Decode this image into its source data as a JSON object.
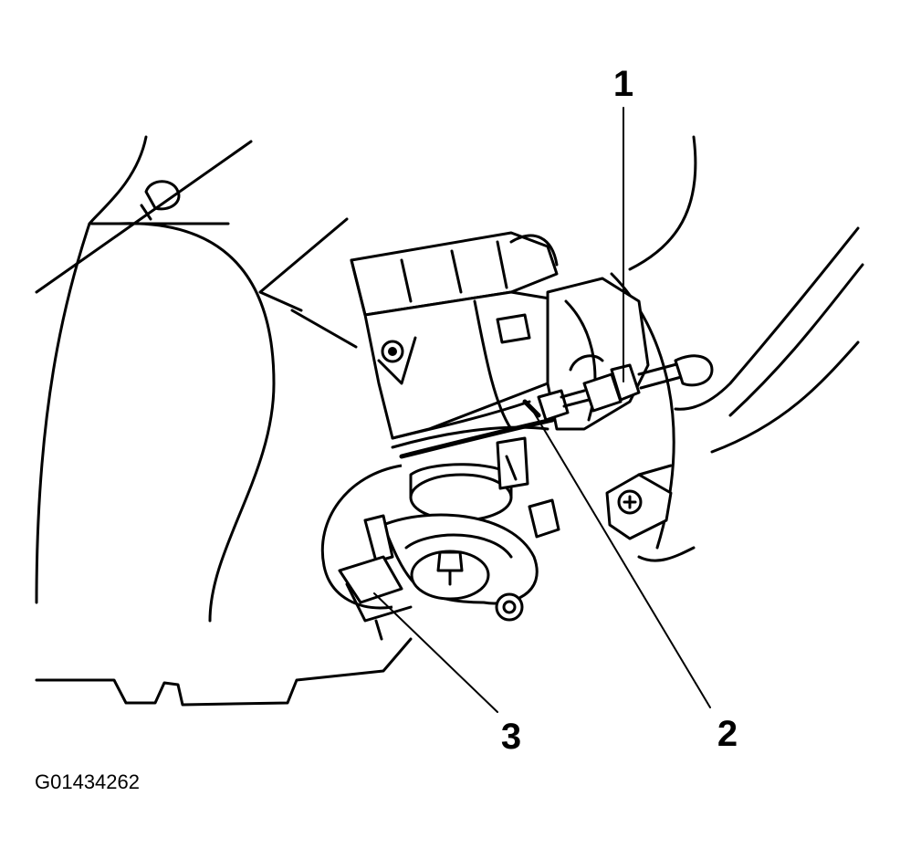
{
  "callouts": [
    {
      "id": "1",
      "label": "1"
    },
    {
      "id": "2",
      "label": "2"
    },
    {
      "id": "3",
      "label": "3"
    }
  ],
  "figure_id": "G01434262"
}
